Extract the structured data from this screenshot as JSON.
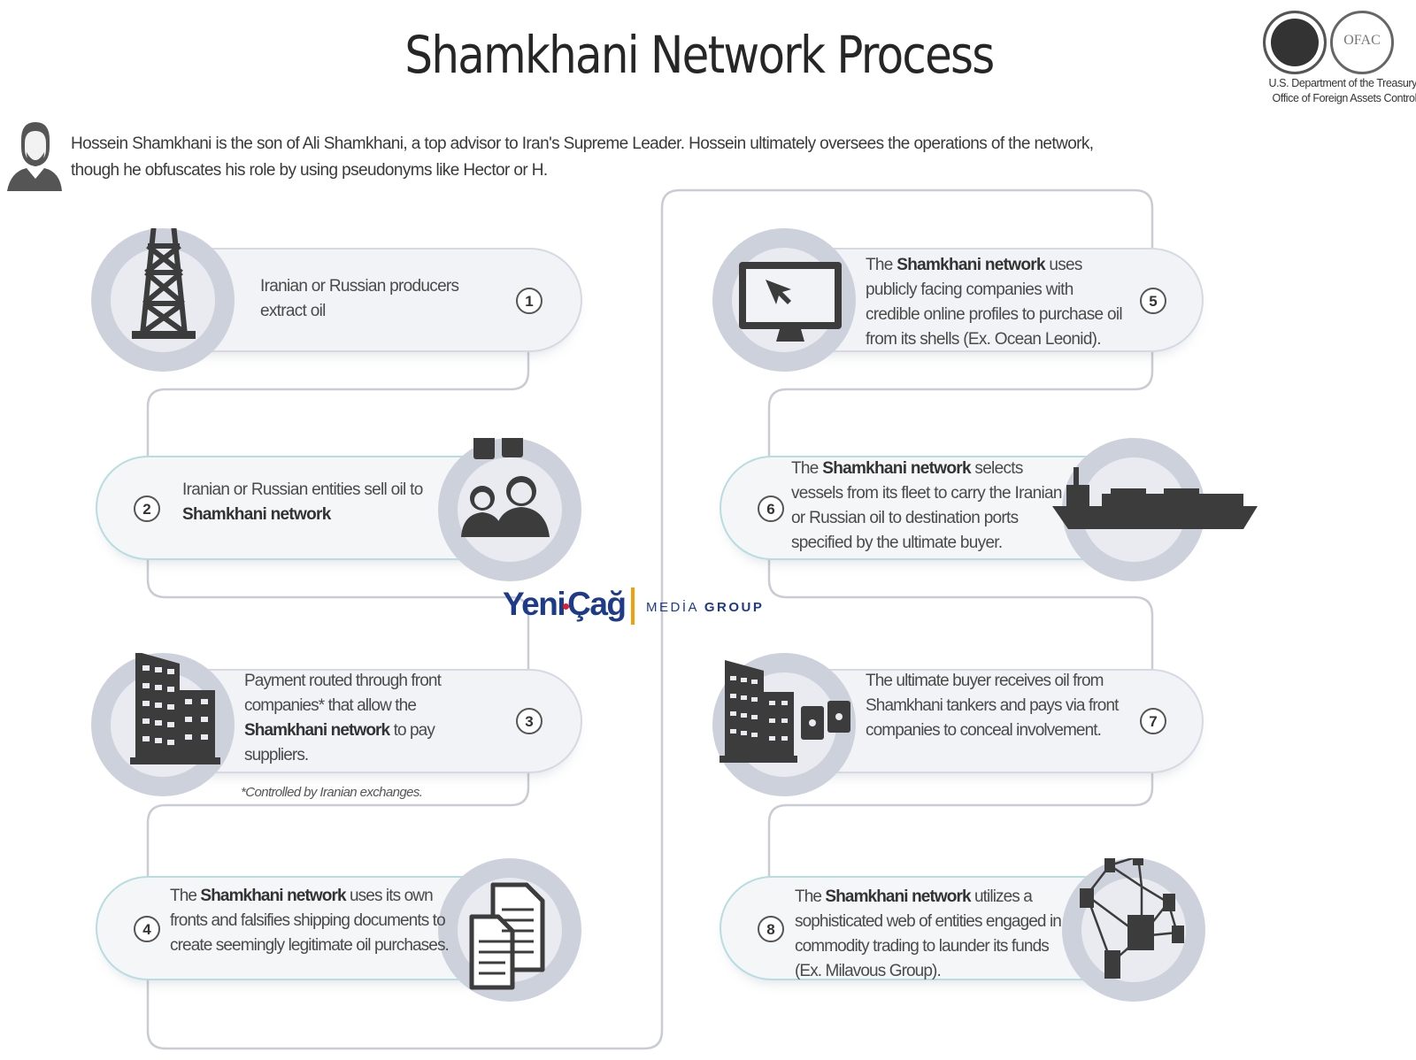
{
  "title": "Shamkhani Network Process",
  "agency": {
    "seal_text": "OFAC",
    "line1": "U.S. Department of the Treasury",
    "line2": "Office of Foreign Assets Control"
  },
  "intro": {
    "line1": "Hossein Shamkhani is the son of Ali Shamkhani, a top advisor to Iran's Supreme Leader. Hossein ultimately oversees the operations of the network,",
    "line2": "though he obfuscates his role by using pseudonyms like Hector or H."
  },
  "steps": [
    {
      "num": "1",
      "text": "Iranian or Russian producers extract oil",
      "icon": "oil-derrick-icon"
    },
    {
      "num": "2",
      "pre": "Iranian or Russian entities sell oil to ",
      "bold": "Shamkhani network",
      "post": "",
      "icon": "oil-sellers-icon"
    },
    {
      "num": "3",
      "pre": "Payment routed through front companies* that allow the ",
      "bold": "Shamkhani network",
      "post": " to pay suppliers.",
      "note": "*Controlled by Iranian exchanges.",
      "icon": "office-building-icon"
    },
    {
      "num": "4",
      "pre": "The ",
      "bold": "Shamkhani network",
      "post": " uses its own fronts and falsifies shipping documents to create seemingly legitimate oil purchases.",
      "icon": "documents-icon"
    },
    {
      "num": "5",
      "pre": "The ",
      "bold": "Shamkhani network",
      "post": " uses publicly facing companies with credible online profiles to purchase oil from its shells (Ex. Ocean Leonid).",
      "icon": "computer-monitor-icon"
    },
    {
      "num": "6",
      "pre": "The ",
      "bold": "Shamkhani network",
      "post": " selects vessels from its fleet to carry the Iranian or Russian oil to destination ports specified by the ultimate buyer.",
      "icon": "tanker-ship-icon"
    },
    {
      "num": "7",
      "text": "The ultimate buyer receives oil from Shamkhani tankers and pays via front companies to conceal involvement.",
      "icon": "buildings-barrels-icon"
    },
    {
      "num": "8",
      "pre": "The ",
      "bold": "Shamkhani network",
      "post": " utilizes a sophisticated web of entities engaged in commodity trading to launder its funds (Ex. Milavous Group).",
      "icon": "network-web-icon"
    }
  ],
  "watermark": {
    "brand_a": "Yeni",
    "brand_b": "Çağ",
    "sub_a": "MEDİA",
    "sub_b": "GROUP"
  }
}
